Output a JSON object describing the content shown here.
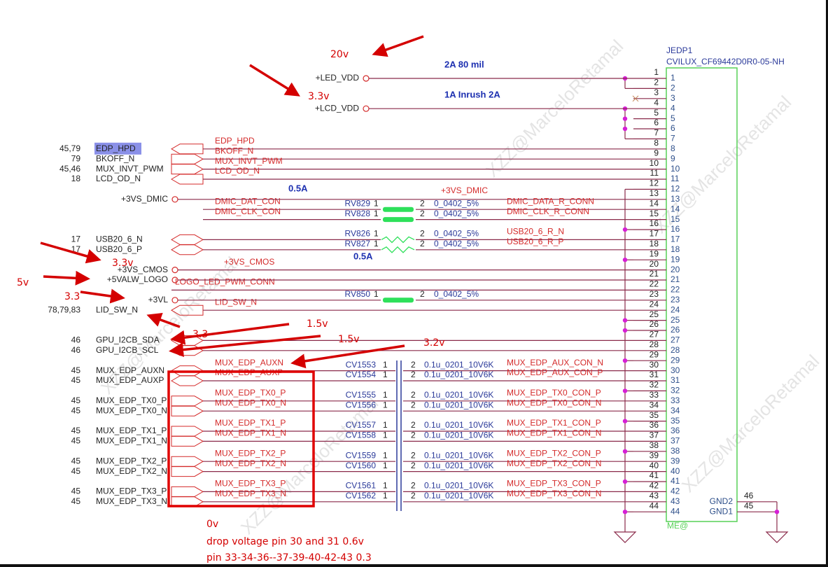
{
  "connector": {
    "ref": "JEDP1",
    "part": "CVILUX_CF69442D0R0-05-NH",
    "footer": "ME@",
    "pins": [
      1,
      2,
      3,
      4,
      5,
      6,
      7,
      8,
      9,
      10,
      11,
      12,
      13,
      14,
      15,
      16,
      17,
      18,
      19,
      20,
      21,
      22,
      23,
      24,
      25,
      26,
      27,
      28,
      29,
      30,
      31,
      32,
      33,
      34,
      35,
      36,
      37,
      38,
      39,
      40,
      41,
      42,
      43,
      44
    ],
    "ground_pins": [
      12,
      16,
      19,
      25,
      26,
      29,
      32,
      35,
      38,
      41,
      44
    ],
    "gnd": [
      {
        "name": "GND2",
        "pin": "46"
      },
      {
        "name": "GND1",
        "pin": "45"
      }
    ]
  },
  "power_nets": [
    {
      "name": "+LED_VDD",
      "pin": 1,
      "top": true
    },
    {
      "name": "+LCD_VDD",
      "pin": 4,
      "top": true
    },
    {
      "name": "+3VS_DMIC",
      "pin": 13,
      "label": "+3VS_DMIC"
    },
    {
      "name": "+3VS_CMOS",
      "pin": 20,
      "label": "+3VS_CMOS"
    },
    {
      "name": "+5VALW_LOGO",
      "pin": 21
    },
    {
      "name": "+3VL",
      "pin": 23
    }
  ],
  "left_nets": [
    {
      "sheet": "45,79",
      "name": "EDP_HPD",
      "label": "EDP_HPD",
      "port": "in",
      "pin": 8,
      "highlight": true
    },
    {
      "sheet": "79",
      "name": "BKOFF_N",
      "label": "BKOFF_N",
      "port": "out",
      "pin": 9
    },
    {
      "sheet": "45,46",
      "name": "MUX_INVT_PWM",
      "label": "MUX_INVT_PWM",
      "port": "out",
      "pin": 10
    },
    {
      "sheet": "18",
      "name": "LCD_OD_N",
      "label": "LCD_OD_N",
      "port": "in",
      "pin": 11
    },
    {
      "sheet": "17",
      "name": "USB20_6_N",
      "port": "bi",
      "pin": 17
    },
    {
      "sheet": "17",
      "name": "USB20_6_P",
      "port": "bi",
      "pin": 18
    },
    {
      "sheet": "78,79,83",
      "name": "LID_SW_N",
      "label": "LID_SW_N",
      "port": "in",
      "pin": 24
    },
    {
      "sheet": "46",
      "name": "GPU_I2CB_SDA",
      "port": "bi",
      "pin": 27
    },
    {
      "sheet": "46",
      "name": "GPU_I2CB_SCL",
      "port": "bi",
      "pin": 28
    },
    {
      "sheet": "45",
      "name": "MUX_EDP_AUXN",
      "label": "MUX_EDP_AUXN",
      "port": "bi",
      "pin": 30
    },
    {
      "sheet": "45",
      "name": "MUX_EDP_AUXP",
      "label": "MUX_EDP_AUXP",
      "port": "bi",
      "pin": 31
    },
    {
      "sheet": "45",
      "name": "MUX_EDP_TX0_P",
      "label": "MUX_EDP_TX0_P",
      "port": "out",
      "pin": 33
    },
    {
      "sheet": "45",
      "name": "MUX_EDP_TX0_N",
      "label": "MUX_EDP_TX0_N",
      "port": "out",
      "pin": 34
    },
    {
      "sheet": "45",
      "name": "MUX_EDP_TX1_P",
      "label": "MUX_EDP_TX1_P",
      "port": "out",
      "pin": 36
    },
    {
      "sheet": "45",
      "name": "MUX_EDP_TX1_N",
      "label": "MUX_EDP_TX1_N",
      "port": "out",
      "pin": 37
    },
    {
      "sheet": "45",
      "name": "MUX_EDP_TX2_P",
      "label": "MUX_EDP_TX2_P",
      "port": "out",
      "pin": 39
    },
    {
      "sheet": "45",
      "name": "MUX_EDP_TX2_N",
      "label": "MUX_EDP_TX2_N",
      "port": "out",
      "pin": 40
    },
    {
      "sheet": "45",
      "name": "MUX_EDP_TX3_P",
      "label": "MUX_EDP_TX3_P",
      "port": "out",
      "pin": 42
    },
    {
      "sheet": "45",
      "name": "MUX_EDP_TX3_N",
      "label": "MUX_EDP_TX3_N",
      "port": "out",
      "pin": 43
    }
  ],
  "internal_nets": [
    {
      "label": "DMIC_DAT_CON",
      "pin": 14
    },
    {
      "label": "DMIC_CLK_CON",
      "pin": 15
    },
    {
      "label": "LOGO_LED_PWM_CONN",
      "pin": 22
    }
  ],
  "resistors": [
    {
      "ref": "RV829",
      "p1": "1",
      "p2": "2",
      "value": "0_0402_5%",
      "out": "DMIC_DATA_R_CONN",
      "pin": 14,
      "shape": "short"
    },
    {
      "ref": "RV828",
      "p1": "1",
      "p2": "2",
      "value": "0_0402_5%",
      "out": "DMIC_CLK_R_CONN",
      "pin": 15,
      "shape": "short"
    },
    {
      "ref": "RV826",
      "p1": "1",
      "p2": "2",
      "value": "0_0402_5%",
      "out": "USB20_6_R_N",
      "pin": 17,
      "shape": "zigzag"
    },
    {
      "ref": "RV827",
      "p1": "1",
      "p2": "2",
      "value": "0_0402_5%",
      "out": "USB20_6_R_P",
      "pin": 18,
      "shape": "zigzag"
    },
    {
      "ref": "RV850",
      "p1": "1",
      "p2": "2",
      "value": "0_0402_5%",
      "out": "",
      "pin": 23,
      "shape": "short"
    }
  ],
  "capacitors": [
    {
      "ref": "CV1553",
      "p1": "1",
      "p2": "2",
      "value": "0.1u_0201_10V6K",
      "out": "MUX_EDP_AUX_CON_N",
      "pin": 30
    },
    {
      "ref": "CV1554",
      "p1": "1",
      "p2": "2",
      "value": "0.1u_0201_10V6K",
      "out": "MUX_EDP_AUX_CON_P",
      "pin": 31
    },
    {
      "ref": "CV1555",
      "p1": "1",
      "p2": "2",
      "value": "0.1u_0201_10V6K",
      "out": "MUX_EDP_TX0_CON_P",
      "pin": 33
    },
    {
      "ref": "CV1556",
      "p1": "1",
      "p2": "2",
      "value": "0.1u_0201_10V6K",
      "out": "MUX_EDP_TX0_CON_N",
      "pin": 34
    },
    {
      "ref": "CV1557",
      "p1": "1",
      "p2": "2",
      "value": "0.1u_0201_10V6K",
      "out": "MUX_EDP_TX1_CON_P",
      "pin": 36
    },
    {
      "ref": "CV1558",
      "p1": "1",
      "p2": "2",
      "value": "0.1u_0201_10V6K",
      "out": "MUX_EDP_TX1_CON_N",
      "pin": 37
    },
    {
      "ref": "CV1559",
      "p1": "1",
      "p2": "2",
      "value": "0.1u_0201_10V6K",
      "out": "MUX_EDP_TX2_CON_P",
      "pin": 39
    },
    {
      "ref": "CV1560",
      "p1": "1",
      "p2": "2",
      "value": "0.1u_0201_10V6K",
      "out": "MUX_EDP_TX2_CON_N",
      "pin": 40
    },
    {
      "ref": "CV1561",
      "p1": "1",
      "p2": "2",
      "value": "0.1u_0201_10V6K",
      "out": "MUX_EDP_TX3_CON_P",
      "pin": 42
    },
    {
      "ref": "CV1562",
      "p1": "1",
      "p2": "2",
      "value": "0.1u_0201_10V6K",
      "out": "MUX_EDP_TX3_CON_N",
      "pin": 43
    }
  ],
  "notes": {
    "led_current": "2A 80 mil",
    "lcd_current": "1A Inrush 2A",
    "dmic_current": "0.5A",
    "usb_current": "0.5A"
  },
  "annotations": {
    "led_vdd": "20v",
    "lcd_vdd": "3.3v",
    "cmos": "3.3v",
    "logo": "5v",
    "vl": "3.3",
    "lid": "3.3",
    "sda": "1.5v",
    "scl": "1.5v",
    "auxn": "3.2v",
    "lanes": "0v",
    "drop_line1": "drop voltage pin 30 and 31 0.6v",
    "drop_line2": "pin 33-34-36--37-39-40-42-43 0.3"
  },
  "colors": {
    "wire": "#8a2a4a",
    "net_label": "#d42a2a",
    "part": "#2b3a9a",
    "junction": "#d61fd6",
    "connector_box": "#57d157",
    "resistor": "#2ee05a",
    "annotation": "#d40000"
  },
  "watermark": "XZZ@MarceloRetamal"
}
